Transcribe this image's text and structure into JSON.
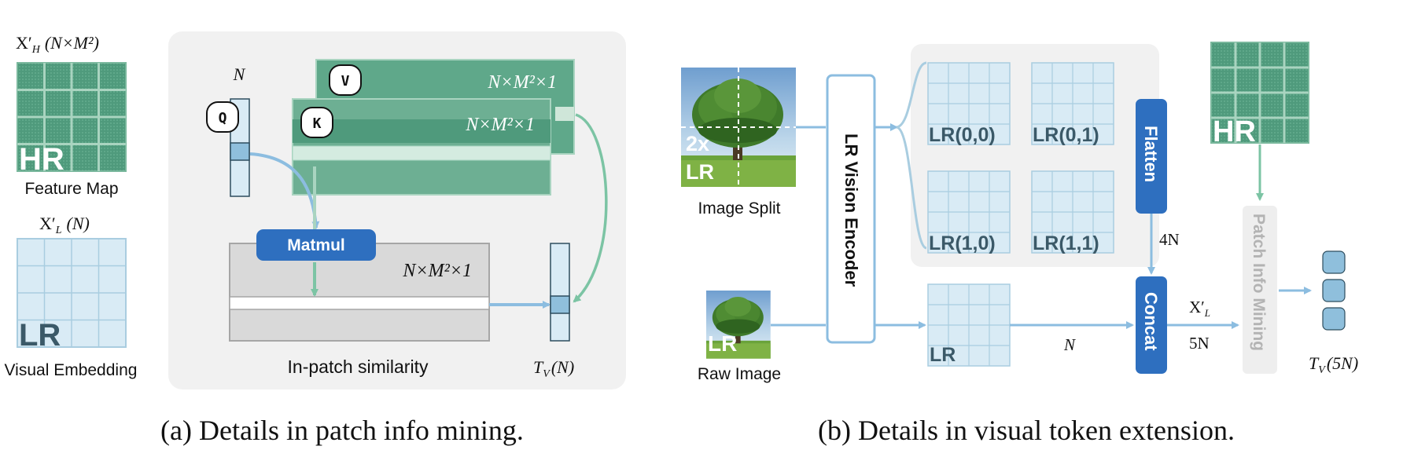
{
  "colors": {
    "panel_bg": "#f1f1f1",
    "hr_green": "#4f9a7c",
    "hr_green_light": "#7ab89d",
    "hr_green_dark": "#3d8a6b",
    "lr_blue_fill": "#d9ebf5",
    "lr_blue_line": "#a9cde0",
    "block_blue": "#2e6fbf",
    "arrow_blue": "#8cbde0",
    "arrow_teal": "#7cc4a4",
    "text_dark": "#2d4d5e",
    "grey_box": "#d9d9d9"
  },
  "panel_a": {
    "hr_map_label_top": "X′",
    "hr_map_label_sub": "H",
    "hr_map_label_dims": "(N×M²)",
    "hr_text": "HR",
    "feature_map_label": "Feature Map",
    "lr_label_top": "X′",
    "lr_label_sub": "L",
    "lr_label_dims": "(N)",
    "lr_text": "LR",
    "visual_embedding_label": "Visual Embedding",
    "n_label": "N",
    "q_label": "Q",
    "k_label": "K",
    "v_label": "V",
    "v_dims": "N×M²×1",
    "k_dims": "N×M²×1",
    "matmul_label": "Matmul",
    "matmul_dims": "N×M²×1",
    "in_patch_label": "In-patch similarity",
    "tv_label": "T",
    "tv_sub": "V",
    "tv_dims": "(N)",
    "caption": "(a) Details in patch info mining."
  },
  "panel_b": {
    "image_split_label": "Image Split",
    "tree_text_2x": "2x",
    "tree_text_lr": "LR",
    "raw_image_label": "Raw Image",
    "raw_lr_text": "LR",
    "encoder_label": "LR Vision Encoder",
    "tiles": [
      "LR(0,0)",
      "LR(0,1)",
      "LR(1,0)",
      "LR(1,1)"
    ],
    "flatten_label": "Flatten",
    "four_n": "4N",
    "hr_text": "HR",
    "lr_grid_text": "LR",
    "n_label": "N",
    "concat_label": "Concat",
    "xl_top": "X′",
    "xl_sub": "L",
    "five_n": "5N",
    "pim_label": "Patch Info Mining",
    "tv_label": "T",
    "tv_sub": "V",
    "tv_dims": "(5N)",
    "caption": "(b) Details in visual token extension."
  }
}
